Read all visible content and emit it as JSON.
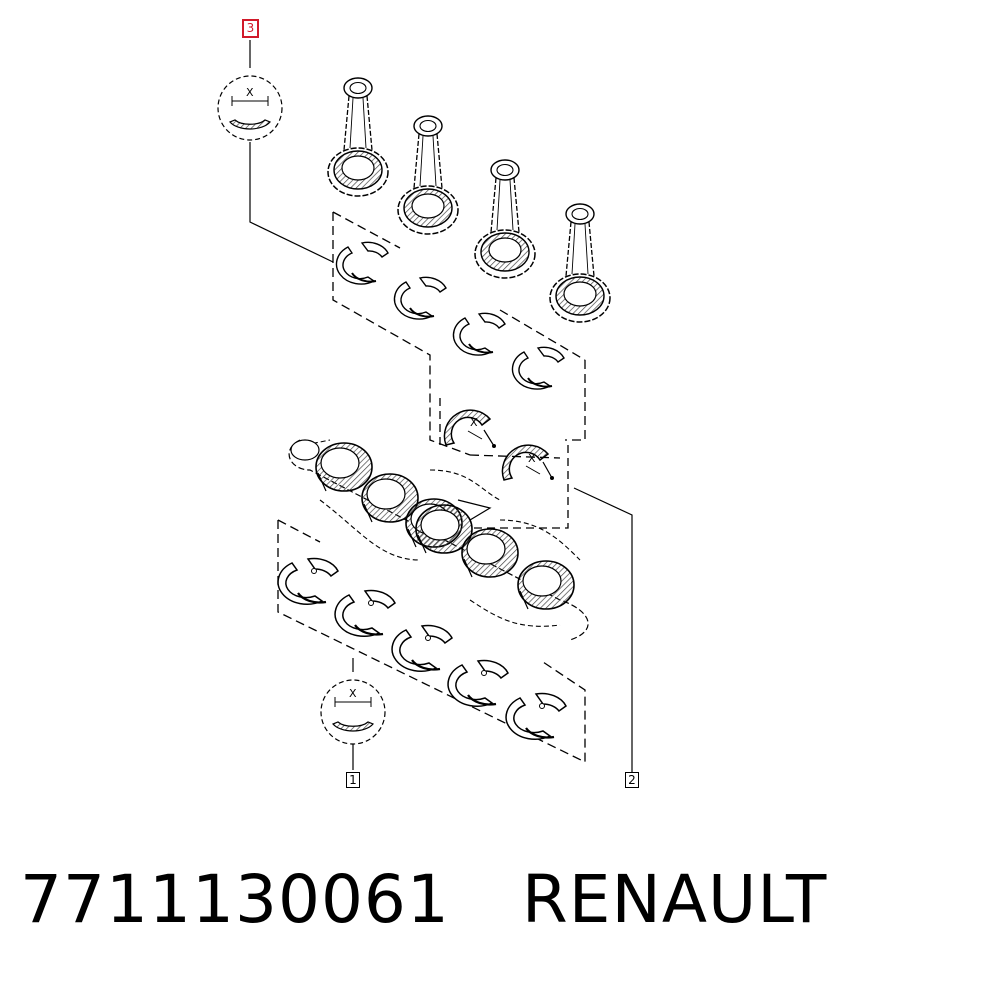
{
  "callouts": {
    "c1": "1",
    "c2": "2",
    "c3": "3"
  },
  "dimension_labels": {
    "top": "X",
    "mid_a": "X",
    "mid_b": "X",
    "bottom": "X"
  },
  "caption": {
    "part_number": "7711130061",
    "brand": "RENAULT"
  },
  "colors": {
    "highlight": "#d11a2a",
    "line": "#000000",
    "hatch": "#555555"
  }
}
